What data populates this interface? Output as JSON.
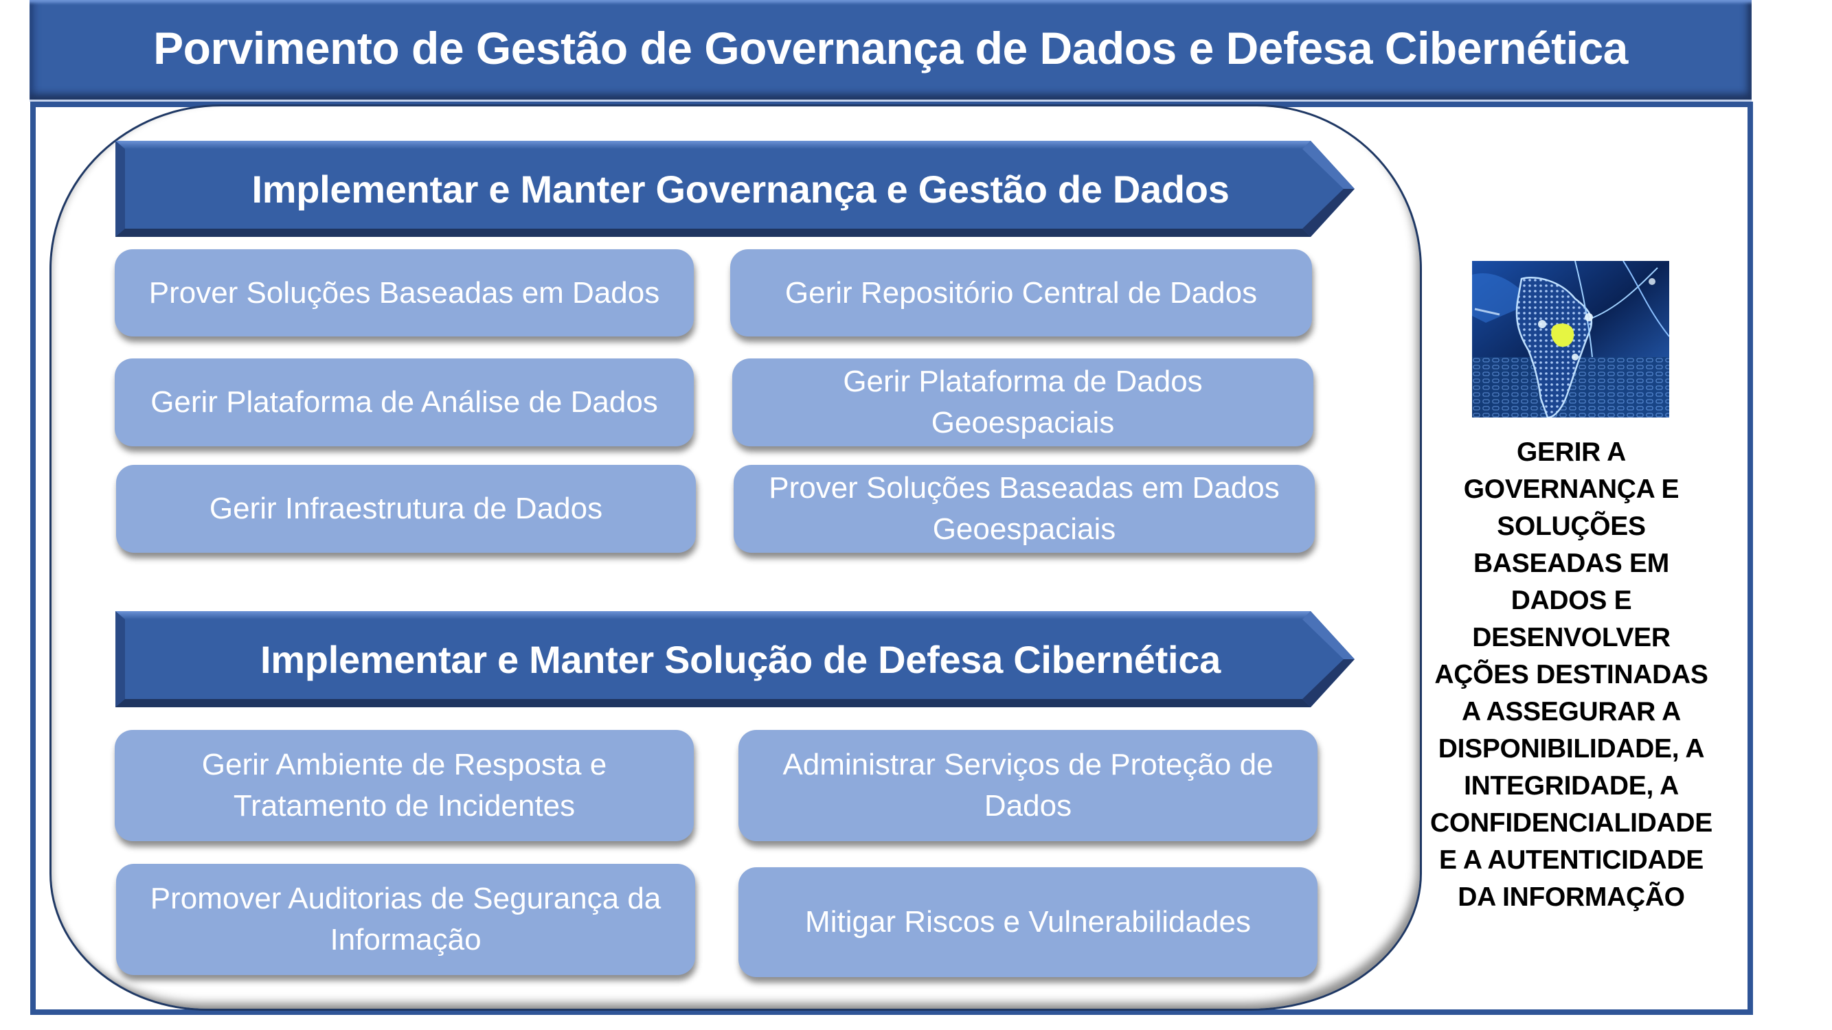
{
  "header": {
    "title": "Porvimento de Gestão de Governança de Dados e Defesa Cibernética"
  },
  "sections": [
    {
      "title": "Implementar e Manter Governança e Gestão de Dados",
      "items": [
        "Prover Soluções Baseadas em Dados",
        "Gerir Repositório Central de Dados",
        "Gerir Plataforma de Análise de Dados",
        "Gerir Plataforma de Dados Geoespaciais",
        "Gerir Infraestrutura de Dados",
        "Prover Soluções Baseadas em Dados Geoespaciais"
      ]
    },
    {
      "title": "Implementar e Manter Solução de Defesa Cibernética",
      "items": [
        "Gerir Ambiente de Resposta e Tratamento de Incidentes",
        "Administrar Serviços de Proteção de Dados",
        "Promover Auditorias de Segurança da Informação",
        "Mitigar Riscos e Vulnerabilidades"
      ]
    }
  ],
  "side_panel": {
    "image": "south-america-digital-map-icon",
    "text": "GERIR A GOVERNANÇA E SOLUÇÕES BASEADAS EM DADOS E DESENVOLVER AÇÕES DESTINADAS A ASSEGURAR A DISPONIBILIDADE, A INTEGRIDADE, A CONFIDENCIALIDADE E A AUTENTICIDADE DA INFORMAÇÃO"
  },
  "colors": {
    "header_blue": "#365fa4",
    "frame_border": "#2f5597",
    "box_fill": "#8eaadb",
    "box_text": "#ffffff",
    "highlight_yellow": "#e6f542"
  }
}
